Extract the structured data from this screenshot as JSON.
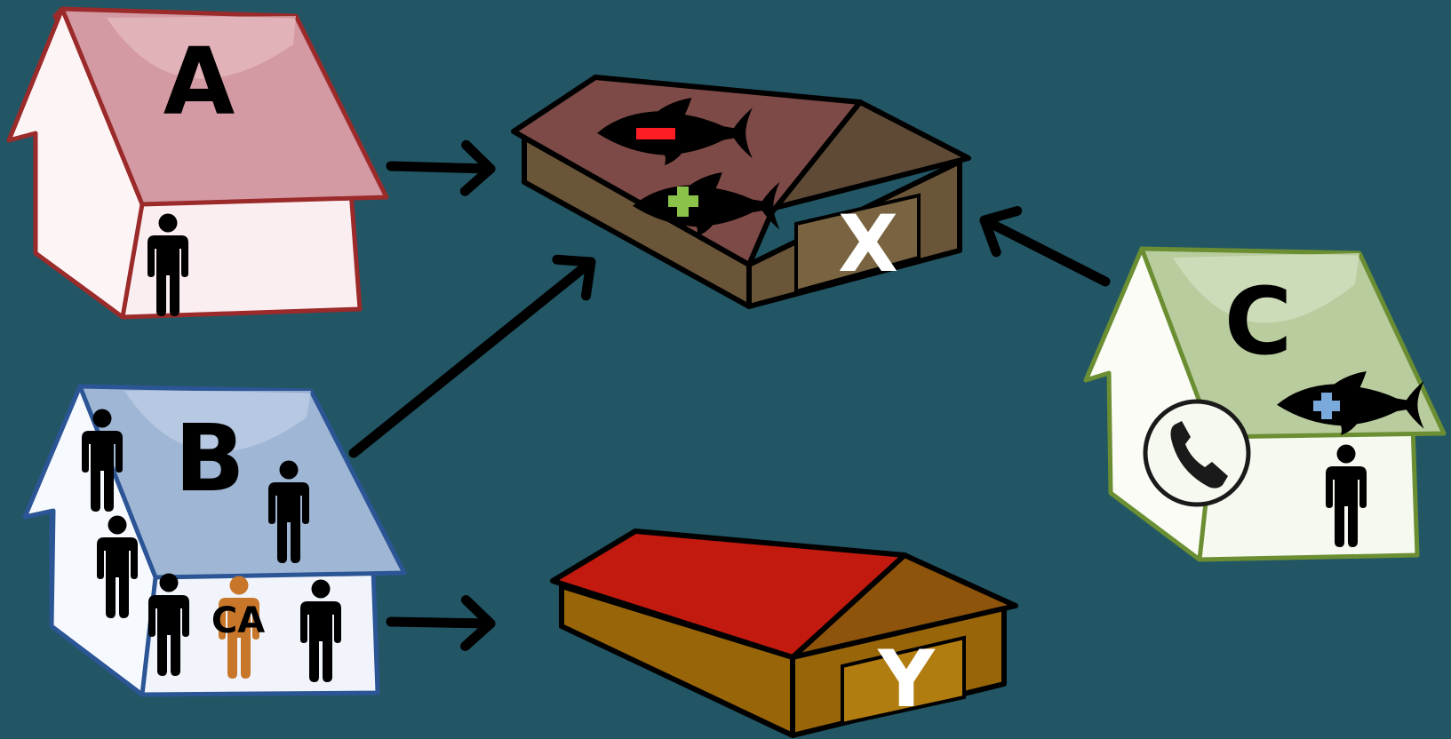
{
  "houses": {
    "a": {
      "label": "A",
      "roof_color": "#d49aa3",
      "outline_color": "#9b2a2a",
      "wall_color": "#fbeef0"
    },
    "b": {
      "label": "B",
      "roof_color": "#9fb6d5",
      "outline_color": "#2c5596",
      "wall_color": "#f1f5fb",
      "agent_label": "CA",
      "agent_color": "#c8762a"
    },
    "c": {
      "label": "C",
      "roof_color": "#b9cc9e",
      "outline_color": "#6b8e32",
      "wall_color": "#f6f9ef"
    }
  },
  "warehouses": {
    "x": {
      "label": "X",
      "roof_color": "#7d4a47",
      "wall_color": "#6a5538"
    },
    "y": {
      "label": "Y",
      "roof_color": "#c21a0e",
      "wall_color": "#986509",
      "door_color": "#b17c10"
    }
  },
  "symbols": {
    "minus_color": "#ff1d25",
    "plus_green_color": "#8bc34a",
    "plus_blue_color": "#7aa9dc",
    "icons": [
      "fish-icon",
      "phone-icon",
      "person-icon",
      "arrow-icon"
    ]
  },
  "colors": {
    "background": "#225665"
  }
}
